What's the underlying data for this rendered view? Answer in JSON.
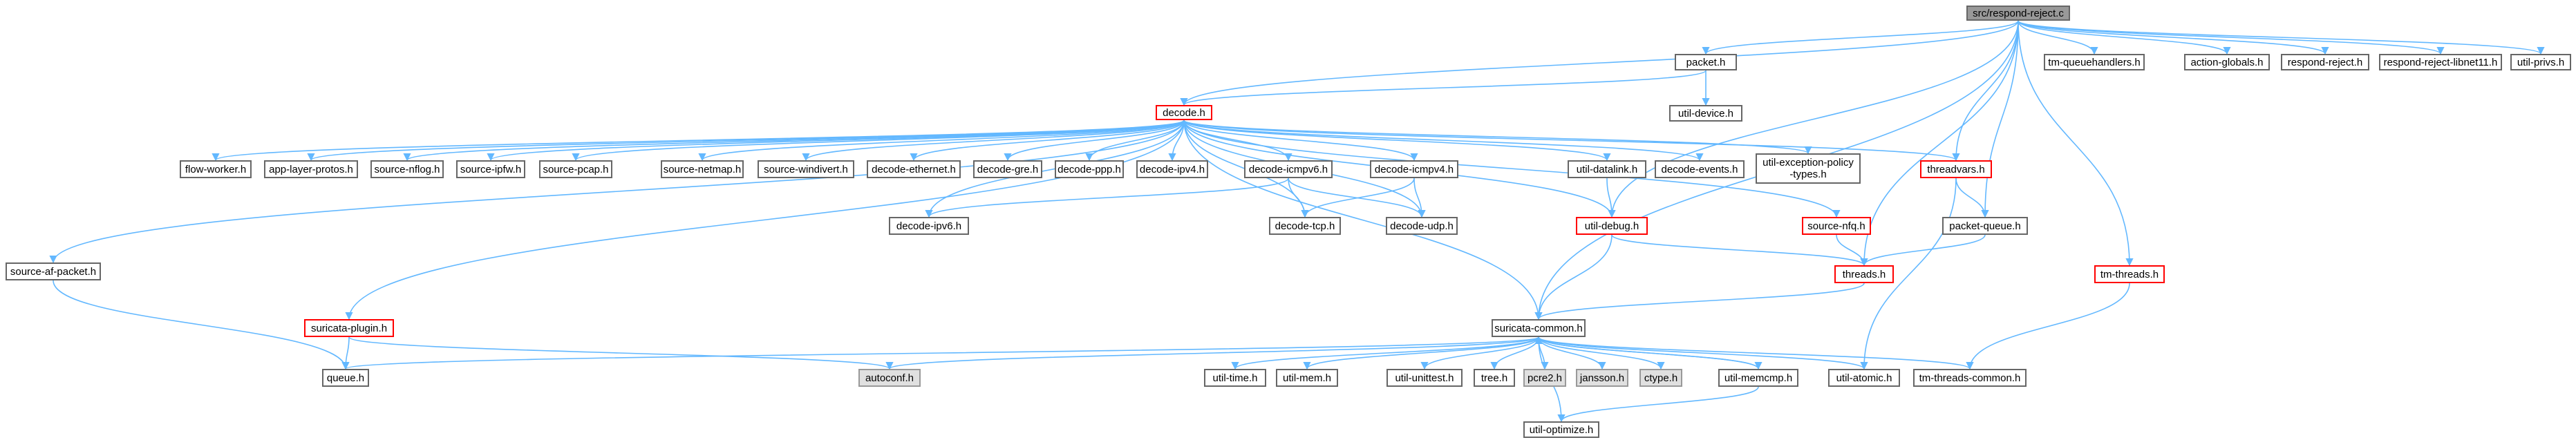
{
  "colors": {
    "edge": "#63b8ff",
    "node_border": "#666666",
    "node_border_red": "#ff0000",
    "root_fill": "#999999",
    "ext_fill": "#e0e0e0"
  },
  "nodes": [
    {
      "id": "respond-reject",
      "label": "src/respond-reject.c",
      "style": "root"
    },
    {
      "id": "packet",
      "label": "packet.h",
      "style": "normal"
    },
    {
      "id": "tm-queuehandlers",
      "label": "tm-queuehandlers.h",
      "style": "normal"
    },
    {
      "id": "action-globals",
      "label": "action-globals.h",
      "style": "normal"
    },
    {
      "id": "respond-reject-h",
      "label": "respond-reject.h",
      "style": "normal"
    },
    {
      "id": "respond-reject-libnet11",
      "label": "respond-reject-libnet11.h",
      "style": "normal"
    },
    {
      "id": "util-privs",
      "label": "util-privs.h",
      "style": "normal"
    },
    {
      "id": "decode",
      "label": "decode.h",
      "style": "red"
    },
    {
      "id": "util-device",
      "label": "util-device.h",
      "style": "normal"
    },
    {
      "id": "flow-worker",
      "label": "flow-worker.h",
      "style": "normal"
    },
    {
      "id": "app-layer-protos",
      "label": "app-layer-protos.h",
      "style": "normal"
    },
    {
      "id": "source-nflog",
      "label": "source-nflog.h",
      "style": "normal"
    },
    {
      "id": "source-ipfw",
      "label": "source-ipfw.h",
      "style": "normal"
    },
    {
      "id": "source-pcap",
      "label": "source-pcap.h",
      "style": "normal"
    },
    {
      "id": "source-netmap",
      "label": "source-netmap.h",
      "style": "normal"
    },
    {
      "id": "source-windivert",
      "label": "source-windivert.h",
      "style": "normal"
    },
    {
      "id": "decode-ethernet",
      "label": "decode-ethernet.h",
      "style": "normal"
    },
    {
      "id": "decode-gre",
      "label": "decode-gre.h",
      "style": "normal"
    },
    {
      "id": "decode-ppp",
      "label": "decode-ppp.h",
      "style": "normal"
    },
    {
      "id": "decode-ipv4",
      "label": "decode-ipv4.h",
      "style": "normal"
    },
    {
      "id": "decode-icmpv6",
      "label": "decode-icmpv6.h",
      "style": "normal"
    },
    {
      "id": "decode-icmpv4",
      "label": "decode-icmpv4.h",
      "style": "normal"
    },
    {
      "id": "util-datalink",
      "label": "util-datalink.h",
      "style": "normal"
    },
    {
      "id": "decode-events",
      "label": "decode-events.h",
      "style": "normal"
    },
    {
      "id": "util-exception-policy-types",
      "label": "util-exception-policy\n-types.h",
      "style": "normal"
    },
    {
      "id": "threadvars",
      "label": "threadvars.h",
      "style": "red"
    },
    {
      "id": "source-af-packet",
      "label": "source-af-packet.h",
      "style": "normal"
    },
    {
      "id": "decode-ipv6",
      "label": "decode-ipv6.h",
      "style": "normal"
    },
    {
      "id": "decode-tcp",
      "label": "decode-tcp.h",
      "style": "normal"
    },
    {
      "id": "decode-udp",
      "label": "decode-udp.h",
      "style": "normal"
    },
    {
      "id": "util-debug",
      "label": "util-debug.h",
      "style": "red"
    },
    {
      "id": "source-nfq",
      "label": "source-nfq.h",
      "style": "red"
    },
    {
      "id": "packet-queue",
      "label": "packet-queue.h",
      "style": "normal"
    },
    {
      "id": "tm-threads",
      "label": "tm-threads.h",
      "style": "red"
    },
    {
      "id": "threads",
      "label": "threads.h",
      "style": "red"
    },
    {
      "id": "suricata-plugin",
      "label": "suricata-plugin.h",
      "style": "red"
    },
    {
      "id": "suricata-common",
      "label": "suricata-common.h",
      "style": "normal"
    },
    {
      "id": "queue",
      "label": "queue.h",
      "style": "normal"
    },
    {
      "id": "autoconf",
      "label": "autoconf.h",
      "style": "ext"
    },
    {
      "id": "util-time",
      "label": "util-time.h",
      "style": "normal"
    },
    {
      "id": "util-mem",
      "label": "util-mem.h",
      "style": "normal"
    },
    {
      "id": "util-unittest",
      "label": "util-unittest.h",
      "style": "normal"
    },
    {
      "id": "tree",
      "label": "tree.h",
      "style": "normal"
    },
    {
      "id": "pcre2",
      "label": "pcre2.h",
      "style": "ext"
    },
    {
      "id": "jansson",
      "label": "jansson.h",
      "style": "ext"
    },
    {
      "id": "ctype",
      "label": "ctype.h",
      "style": "ext"
    },
    {
      "id": "util-memcmp",
      "label": "util-memcmp.h",
      "style": "normal"
    },
    {
      "id": "util-atomic",
      "label": "util-atomic.h",
      "style": "normal"
    },
    {
      "id": "tm-threads-common",
      "label": "tm-threads-common.h",
      "style": "normal"
    },
    {
      "id": "util-optimize",
      "label": "util-optimize.h",
      "style": "normal"
    }
  ],
  "edges": [
    [
      "respond-reject",
      "packet"
    ],
    [
      "respond-reject",
      "tm-queuehandlers"
    ],
    [
      "respond-reject",
      "action-globals"
    ],
    [
      "respond-reject",
      "respond-reject-h"
    ],
    [
      "respond-reject",
      "respond-reject-libnet11"
    ],
    [
      "respond-reject",
      "util-privs"
    ],
    [
      "respond-reject",
      "decode"
    ],
    [
      "respond-reject",
      "suricata-common"
    ],
    [
      "respond-reject",
      "util-debug"
    ],
    [
      "respond-reject",
      "threadvars"
    ],
    [
      "respond-reject",
      "packet-queue"
    ],
    [
      "respond-reject",
      "threads"
    ],
    [
      "respond-reject",
      "tm-threads"
    ],
    [
      "packet",
      "decode"
    ],
    [
      "packet",
      "util-device"
    ],
    [
      "decode",
      "flow-worker"
    ],
    [
      "decode",
      "app-layer-protos"
    ],
    [
      "decode",
      "source-nflog"
    ],
    [
      "decode",
      "source-ipfw"
    ],
    [
      "decode",
      "source-pcap"
    ],
    [
      "decode",
      "source-netmap"
    ],
    [
      "decode",
      "source-windivert"
    ],
    [
      "decode",
      "decode-ethernet"
    ],
    [
      "decode",
      "decode-gre"
    ],
    [
      "decode",
      "decode-ppp"
    ],
    [
      "decode",
      "decode-ipv4"
    ],
    [
      "decode",
      "decode-icmpv6"
    ],
    [
      "decode",
      "decode-icmpv4"
    ],
    [
      "decode",
      "util-datalink"
    ],
    [
      "decode",
      "decode-events"
    ],
    [
      "decode",
      "util-exception-policy-types"
    ],
    [
      "decode",
      "threadvars"
    ],
    [
      "decode",
      "source-af-packet"
    ],
    [
      "decode",
      "decode-ipv6"
    ],
    [
      "decode",
      "decode-tcp"
    ],
    [
      "decode",
      "decode-udp"
    ],
    [
      "decode",
      "util-debug"
    ],
    [
      "decode",
      "source-nfq"
    ],
    [
      "decode",
      "suricata-plugin"
    ],
    [
      "decode",
      "suricata-common"
    ],
    [
      "decode-icmpv6",
      "decode-ipv6"
    ],
    [
      "decode-icmpv6",
      "decode-tcp"
    ],
    [
      "decode-icmpv6",
      "decode-udp"
    ],
    [
      "decode-icmpv4",
      "decode-tcp"
    ],
    [
      "decode-icmpv4",
      "decode-udp"
    ],
    [
      "util-datalink",
      "util-debug"
    ],
    [
      "threadvars",
      "packet-queue"
    ],
    [
      "threadvars",
      "util-atomic"
    ],
    [
      "util-debug",
      "suricata-common"
    ],
    [
      "util-debug",
      "threads"
    ],
    [
      "source-nfq",
      "threads"
    ],
    [
      "packet-queue",
      "threads"
    ],
    [
      "threads",
      "suricata-common"
    ],
    [
      "tm-threads",
      "tm-threads-common"
    ],
    [
      "source-af-packet",
      "queue"
    ],
    [
      "suricata-plugin",
      "queue"
    ],
    [
      "suricata-plugin",
      "autoconf"
    ],
    [
      "suricata-common",
      "queue"
    ],
    [
      "suricata-common",
      "autoconf"
    ],
    [
      "suricata-common",
      "util-time"
    ],
    [
      "suricata-common",
      "util-mem"
    ],
    [
      "suricata-common",
      "util-unittest"
    ],
    [
      "suricata-common",
      "tree"
    ],
    [
      "suricata-common",
      "pcre2"
    ],
    [
      "suricata-common",
      "jansson"
    ],
    [
      "suricata-common",
      "ctype"
    ],
    [
      "suricata-common",
      "util-memcmp"
    ],
    [
      "suricata-common",
      "util-atomic"
    ],
    [
      "suricata-common",
      "tm-threads-common"
    ],
    [
      "suricata-common",
      "util-optimize"
    ],
    [
      "util-memcmp",
      "suricata-common"
    ],
    [
      "util-memcmp",
      "util-optimize"
    ]
  ]
}
